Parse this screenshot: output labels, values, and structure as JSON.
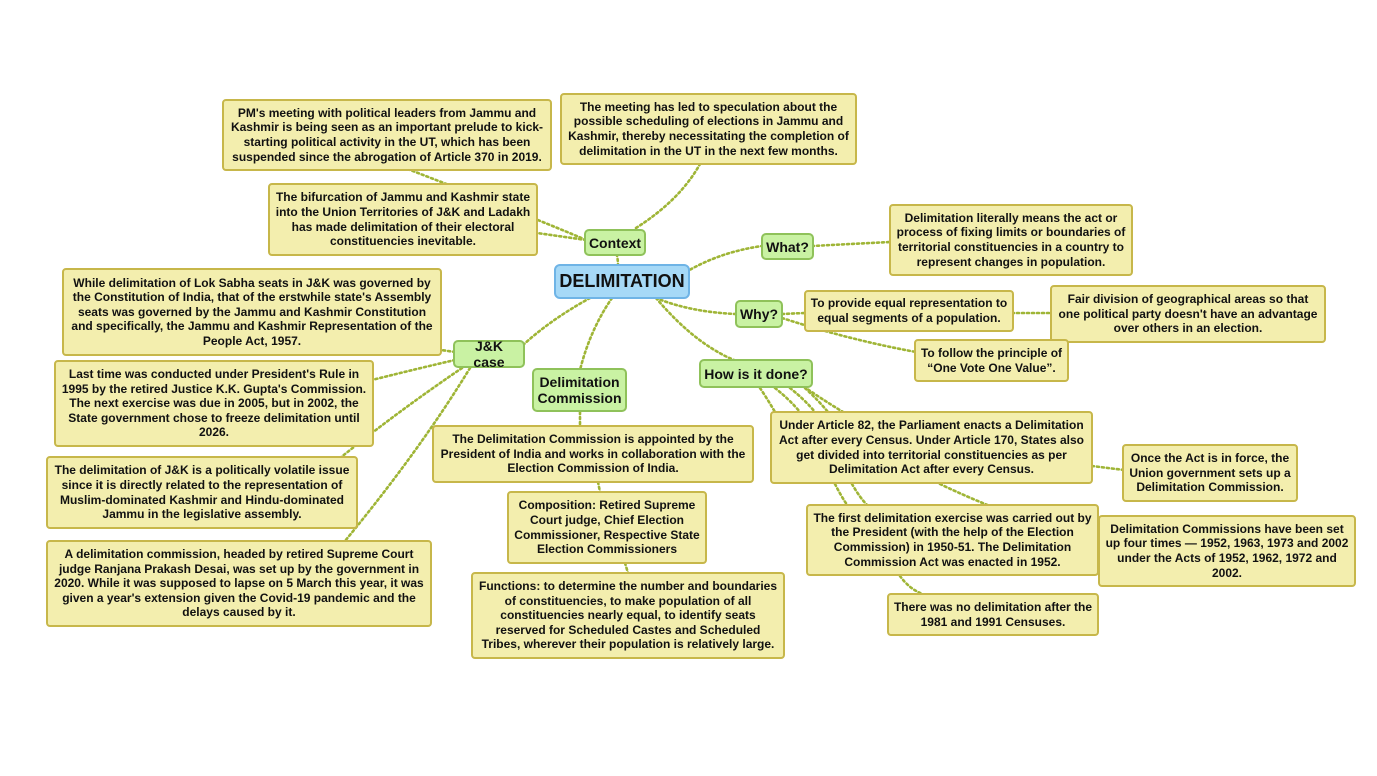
{
  "colors": {
    "central_fill": "#a6d9f7",
    "topic_fill": "#c9f2a3",
    "leaf_fill": "#f3eeae",
    "connector": "#9fb536"
  },
  "central": "DELIMITATION",
  "topics": {
    "context": "Context",
    "what": "What?",
    "why": "Why?",
    "jk_case": "J&K case",
    "commission": "Delimitation Commission",
    "how": "How is it done?"
  },
  "context": {
    "pm_meeting": "PM's meeting with political leaders from Jammu and Kashmir is being seen as an important prelude to kick-starting political activity in the UT, which has been suspended since the abrogation of Article 370 in 2019.",
    "speculation": "The meeting has led to speculation about the possible scheduling of elections in Jammu and Kashmir, thereby necessitating the completion of delimitation in the UT in the next few months.",
    "bifurcation": "The bifurcation of Jammu and Kashmir state into the Union Territories of J&K and Ladakh has made delimitation of their electoral constituencies inevitable."
  },
  "what": {
    "definition": "Delimitation literally means the act or process of fixing limits or boundaries of territorial constituencies in a country to represent changes in population."
  },
  "why": {
    "equal_representation": "To provide equal representation to equal segments of a population.",
    "fair_division": "Fair division of geographical areas so that one political party doesn't have an advantage over others in an election.",
    "one_vote": "To follow the principle of “One Vote One Value”."
  },
  "jk_case": {
    "governance": "While delimitation of Lok Sabha seats in J&K was governed by the Constitution of India, that of the erstwhile state's Assembly seats was governed by the Jammu and Kashmir Constitution and specifically, the Jammu and Kashmir Representation of the People Act, 1957.",
    "last_time": "Last time was conducted under President's Rule in 1995 by the retired Justice K.K. Gupta's Commission. The next exercise was due in 2005, but in 2002, the State government chose to freeze delimitation until 2026.",
    "volatile": "The delimitation of J&K is a politically volatile issue since it is directly related to the representation of Muslim-dominated Kashmir and Hindu-dominated Jammu in the legislative assembly.",
    "desai_commission": "A delimitation commission, headed by retired Supreme Court judge Ranjana Prakash Desai, was set up by the government in 2020. While it was supposed to lapse on 5 March this year, it was given a year's extension given the Covid-19 pandemic and the delays caused by it."
  },
  "commission": {
    "appointment": "The Delimitation Commission is appointed by the President of India and works in collaboration with the Election Commission of India.",
    "composition": "Composition: Retired Supreme Court judge, Chief Election Commissioner, Respective State Election Commissioners",
    "functions": "Functions: to determine the number and boundaries of constituencies, to make population of all constituencies nearly equal, to identify seats reserved for Scheduled Castes and Scheduled Tribes, wherever their population is relatively large."
  },
  "how": {
    "article": "Under Article 82, the Parliament enacts a Delimitation Act after every Census. Under Article 170, States also get divided into territorial constituencies as per Delimitation Act after every Census.",
    "act_in_force": "Once the Act is in force, the Union government sets up a Delimitation Commission.",
    "first_exercise": "The first delimitation exercise was carried out by the President (with the help of the Election Commission) in 1950-51. The Delimitation Commission Act was enacted in 1952.",
    "four_times": "Delimitation Commissions have been set up four times — 1952, 1963, 1973 and 2002 under the Acts of 1952, 1962, 1972 and 2002.",
    "no_delimitation": "There was no delimitation after the 1981 and 1991 Censuses."
  }
}
